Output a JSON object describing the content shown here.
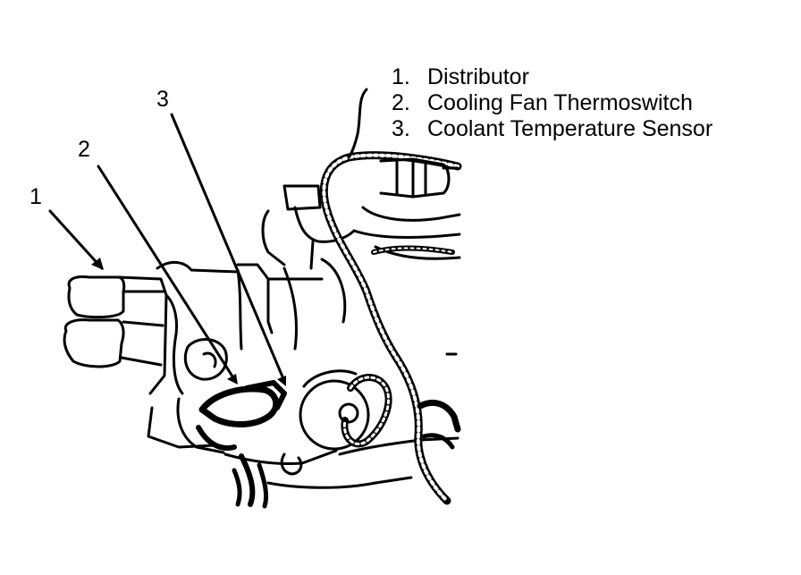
{
  "legend": [
    {
      "num": "1.",
      "label": "Distributor"
    },
    {
      "num": "2.",
      "label": "Cooling Fan Thermoswitch"
    },
    {
      "num": "3.",
      "label": "Coolant Temperature Sensor"
    }
  ],
  "callouts": [
    "1",
    "2",
    "3"
  ]
}
